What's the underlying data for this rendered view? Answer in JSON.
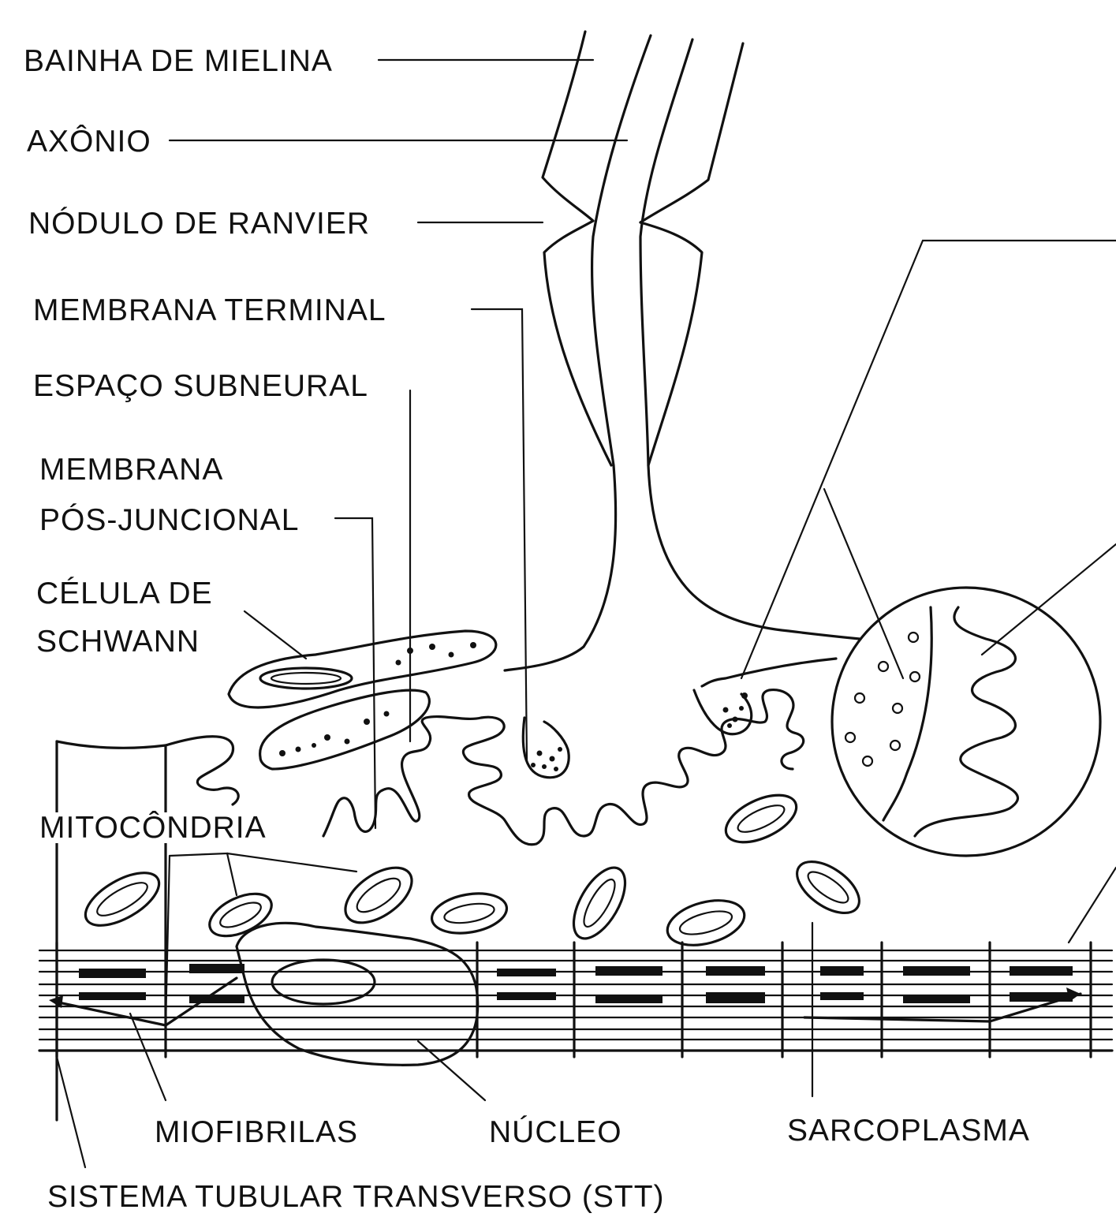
{
  "labels": {
    "bainha": "BAINHA DE MIELINA",
    "axonio": "AXÔNIO",
    "nodulo": "NÓDULO DE RANVIER",
    "membrana_terminal": "MEMBRANA TERMINAL",
    "espaco_subneural": "ESPAÇO SUBNEURAL",
    "membrana_pos_1": "MEMBRANA",
    "membrana_pos_2": "PÓS-JUNCIONAL",
    "celula_1": "CÉLULA DE",
    "celula_2": "SCHWANN",
    "mitocondria": "MITOCÔNDRIA",
    "miofibrilas": "MIOFIBRILAS",
    "nucleo": "NÚCLEO",
    "sarcoplasma": "SARCOPLASMA",
    "stt": "SISTEMA TUBULAR TRANSVERSO (STT)"
  }
}
